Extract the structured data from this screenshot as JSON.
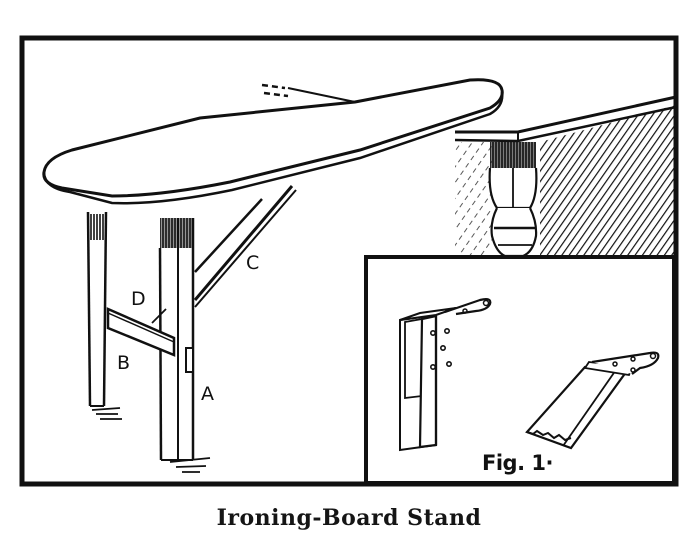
{
  "figure": {
    "caption": "Ironing-Board Stand",
    "inset_label": "Fig. 1·",
    "part_labels": {
      "a": "A",
      "b": "B",
      "c": "C",
      "d": "D"
    },
    "colors": {
      "ink": "#111111",
      "paper": "#ffffff"
    }
  }
}
